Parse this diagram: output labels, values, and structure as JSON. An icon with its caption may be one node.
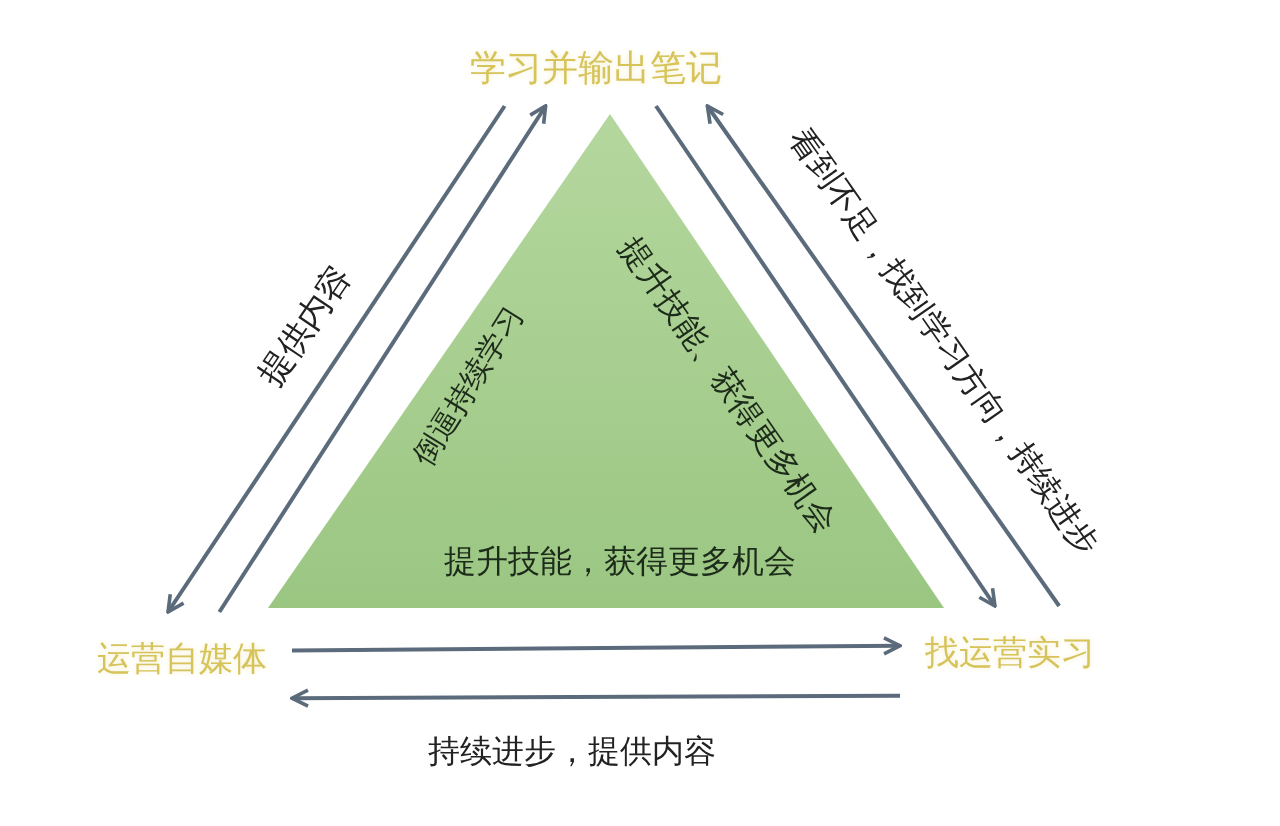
{
  "diagram": {
    "nodes": [
      {
        "text": [
          "学习并输出笔记"
        ]
      },
      {
        "text": [
          "运营自媒体"
        ]
      },
      {
        "text": [
          "找运营实习"
        ]
      }
    ],
    "edges": [
      {
        "from": 0,
        "to": 1,
        "arrow": "to",
        "label": "提供内容"
      },
      {
        "from": 1,
        "to": 0,
        "arrow": "to",
        "label": "倒逼持续学习"
      },
      {
        "from": 0,
        "to": 2,
        "arrow": "to",
        "label": "提升技能、获得更多机会"
      },
      {
        "from": 2,
        "to": 0,
        "arrow": "to",
        "label": "看到不足，找到学习方向，持续进步"
      },
      {
        "from": 1,
        "to": 2,
        "arrow": "to",
        "label": "提升技能，获得更多机会"
      },
      {
        "from": 2,
        "to": 1,
        "arrow": "to",
        "label": "持续进步，提供内容"
      }
    ]
  }
}
